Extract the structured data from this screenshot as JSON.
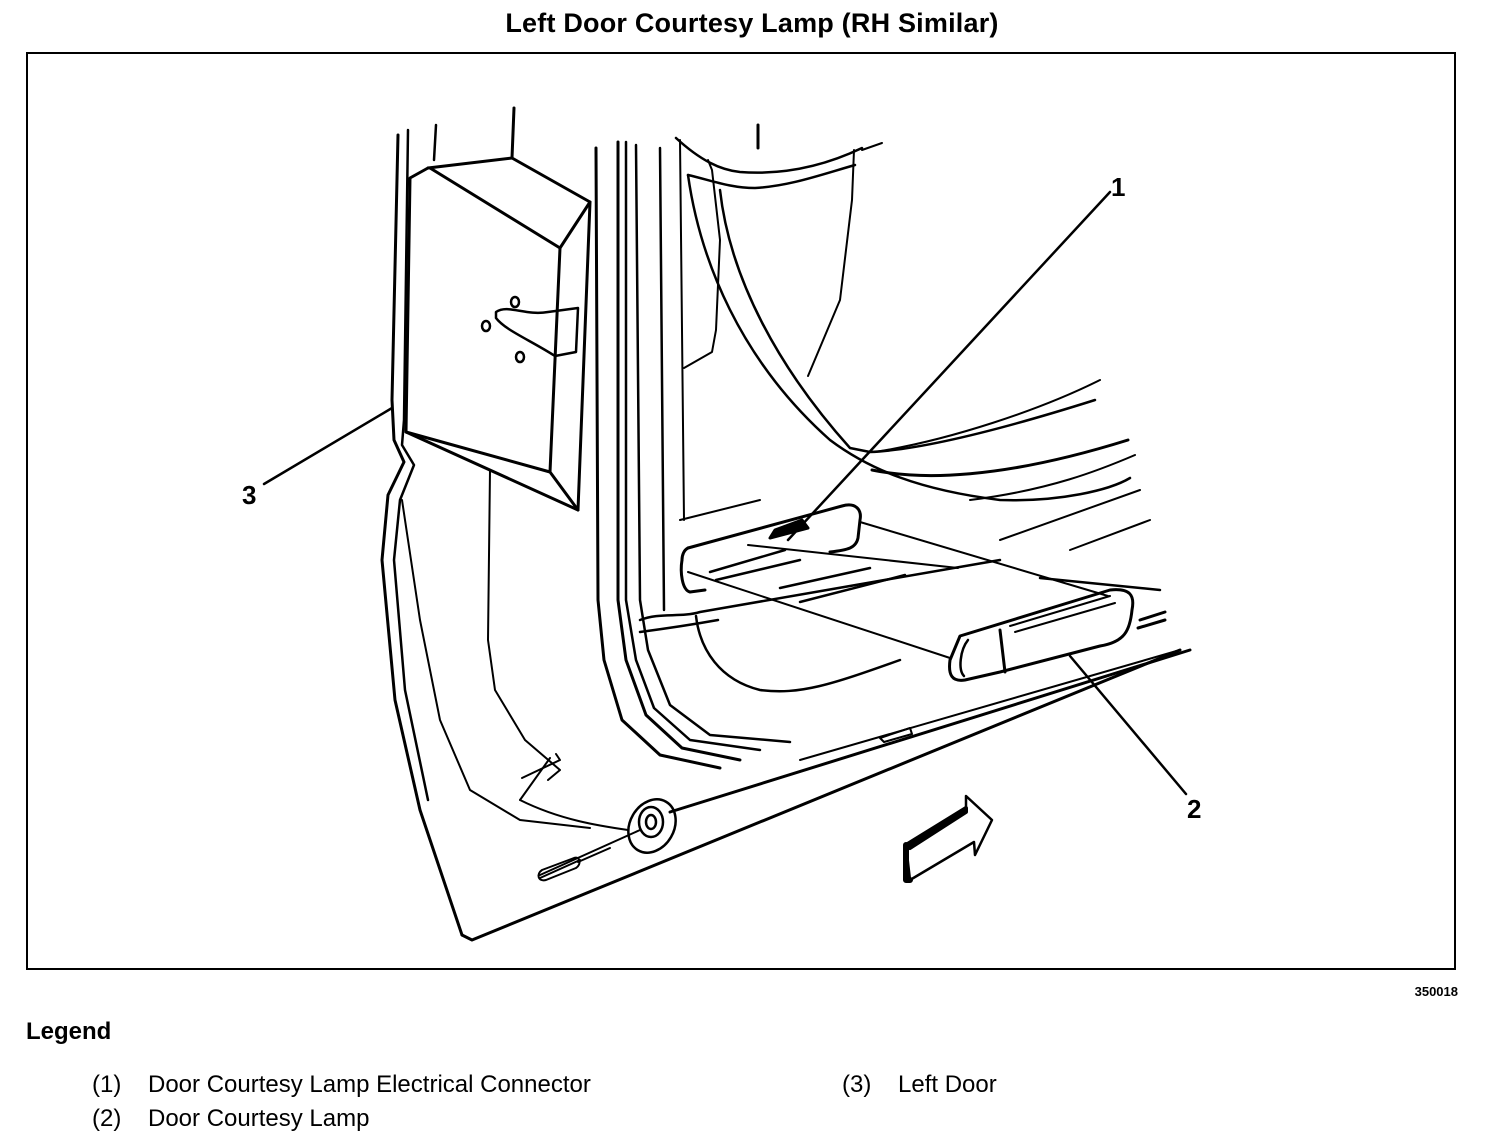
{
  "title": "Left Door Courtesy Lamp (RH Similar)",
  "figure_id": "350018",
  "callouts": [
    {
      "label": "1",
      "target": "Door Courtesy Lamp Electrical Connector"
    },
    {
      "label": "2",
      "target": "Door Courtesy Lamp"
    },
    {
      "label": "3",
      "target": "Left Door"
    }
  ],
  "legend": {
    "title": "Legend",
    "items": [
      {
        "number": "(1)",
        "text": "Door Courtesy Lamp Electrical Connector"
      },
      {
        "number": "(2)",
        "text": "Door Courtesy Lamp"
      },
      {
        "number": "(3)",
        "text": "Left Door"
      }
    ]
  },
  "colors": {
    "line": "#000000",
    "background": "#ffffff"
  }
}
